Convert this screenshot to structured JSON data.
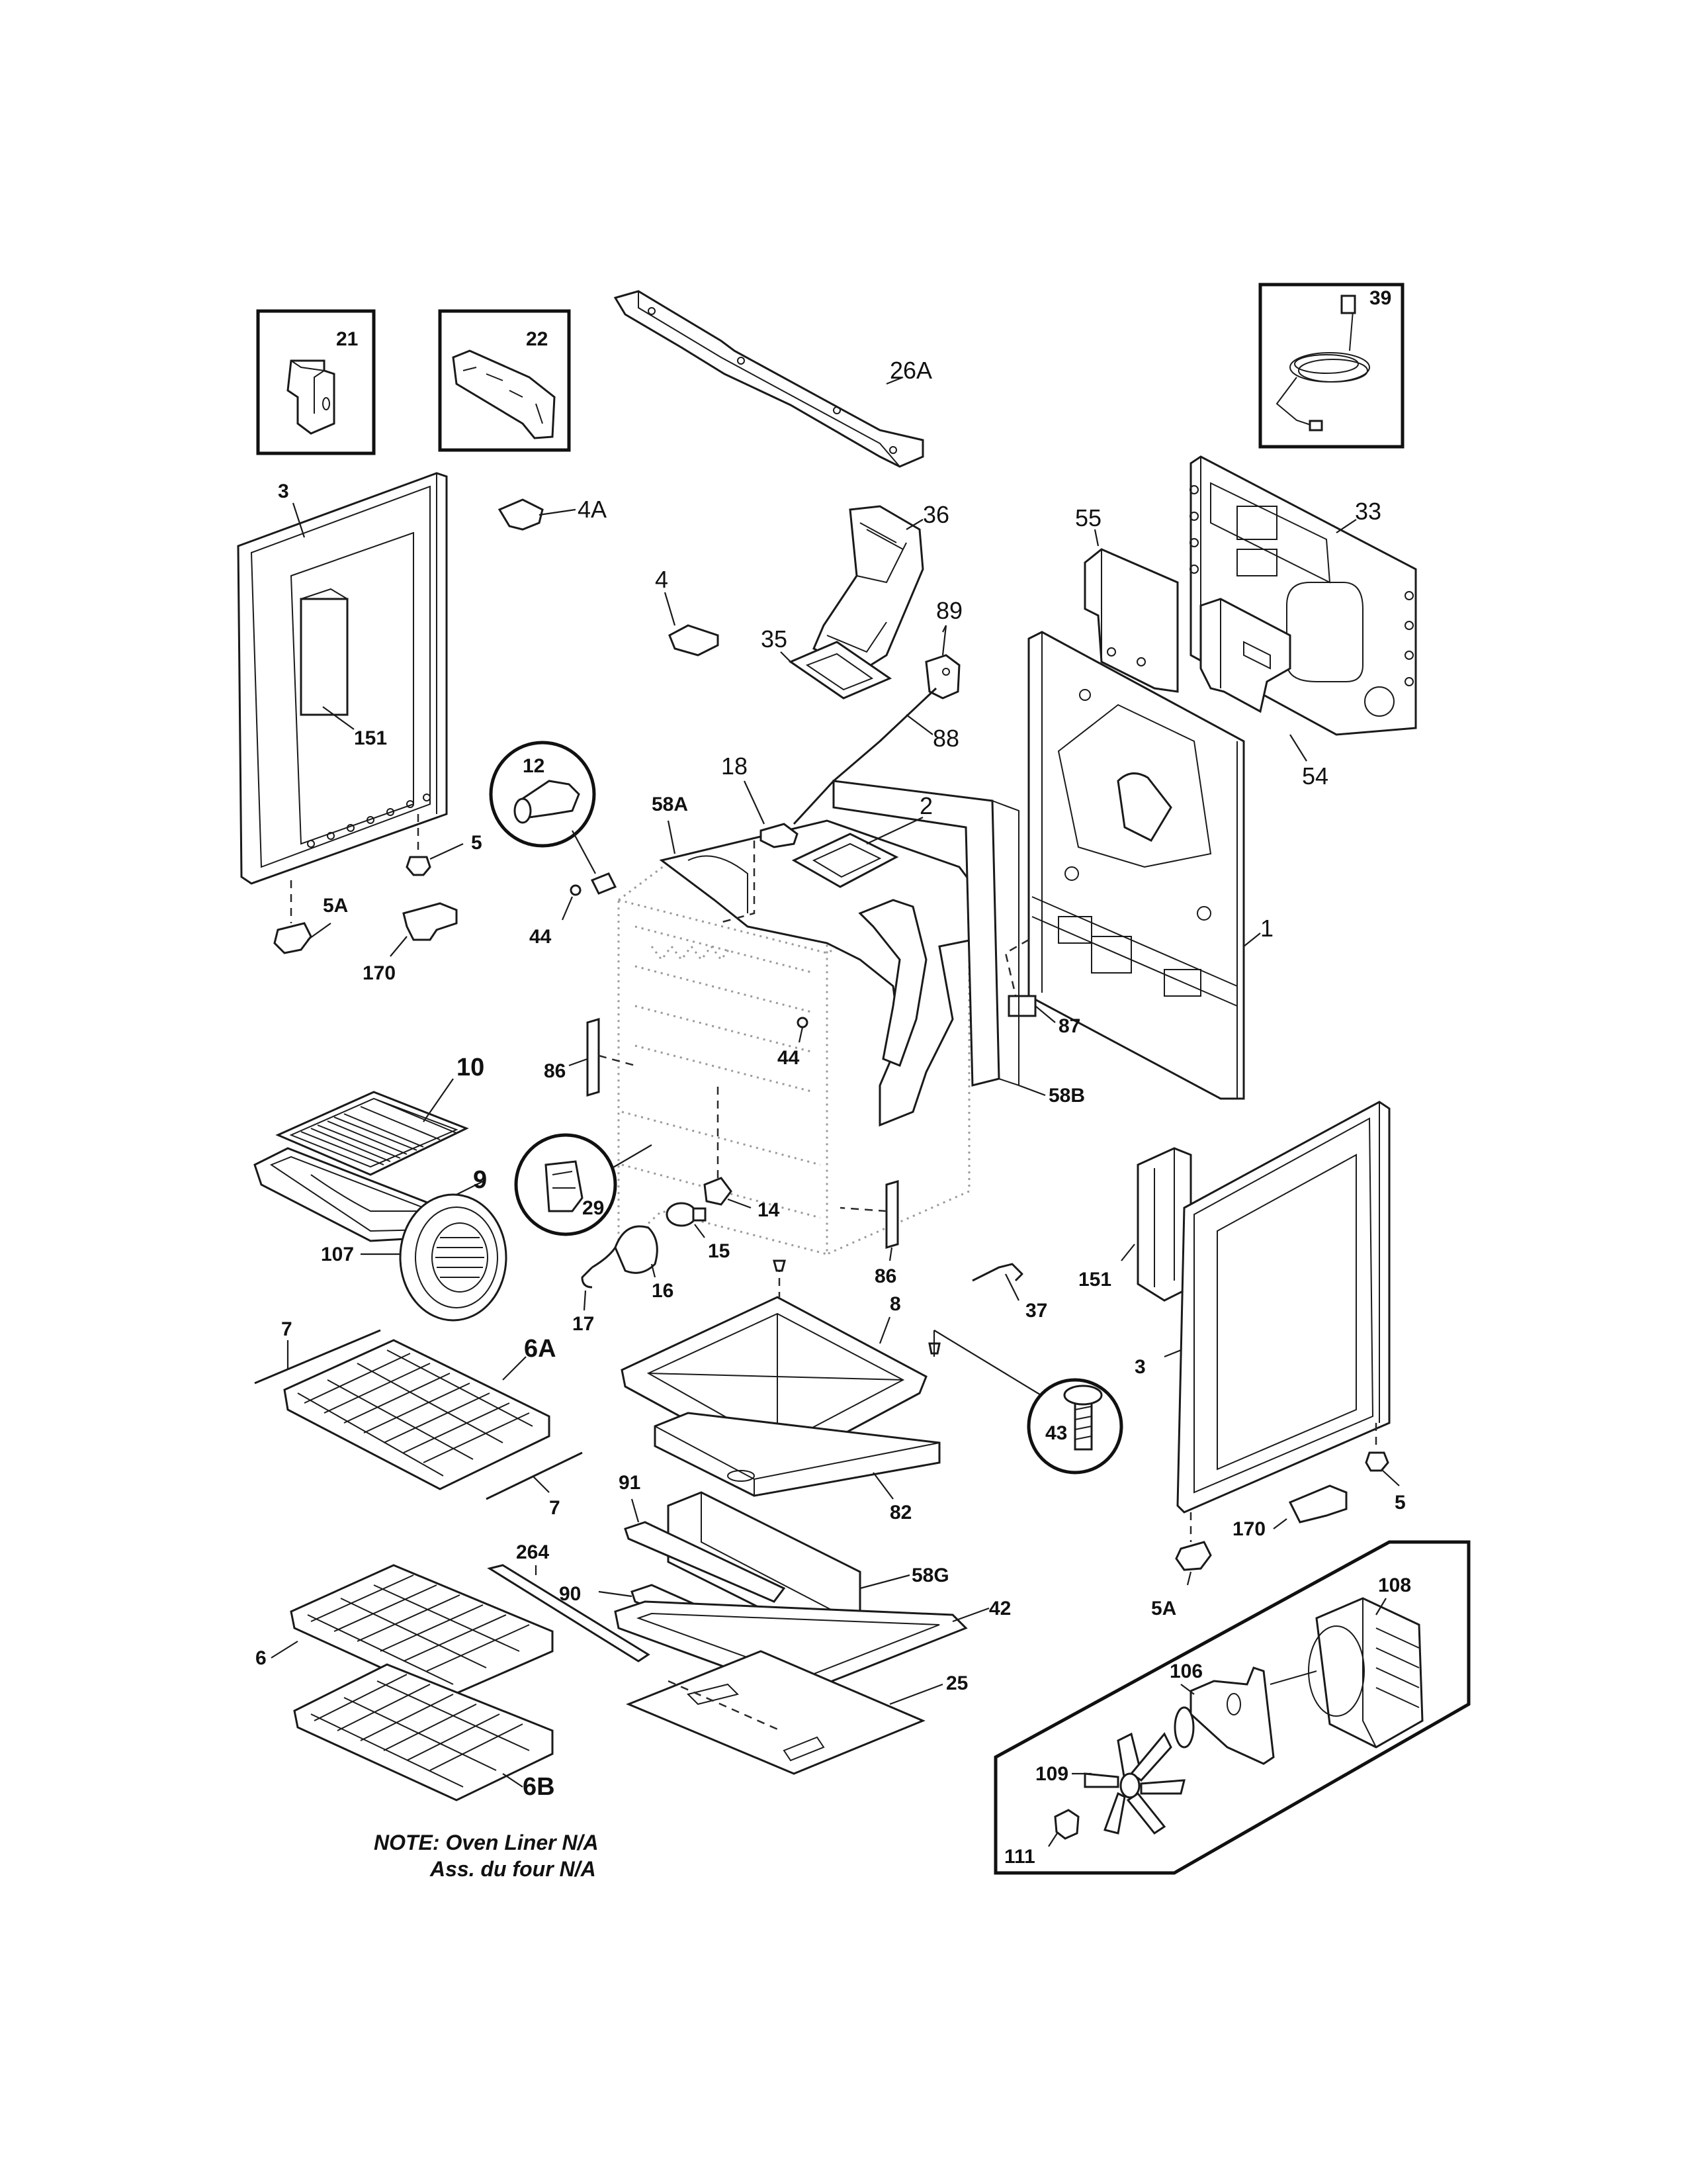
{
  "labels": {
    "p21": "21",
    "p22": "22",
    "p26A": "26A",
    "p39": "39",
    "p3_left": "3",
    "p4A": "4A",
    "p4": "4",
    "p36": "36",
    "p35": "35",
    "p89": "89",
    "p88": "88",
    "p55": "55",
    "p33": "33",
    "p54": "54",
    "p151_left": "151",
    "p5_left": "5",
    "p5A_left": "5A",
    "p170_left": "170",
    "p12": "12",
    "p44_left": "44",
    "p18": "18",
    "p58A": "58A",
    "p2": "2",
    "p1": "1",
    "p87": "87",
    "p58B": "58B",
    "p44_mid": "44",
    "p86_left": "86",
    "p10": "10",
    "p9": "9",
    "p29": "29",
    "p14": "14",
    "p15": "15",
    "p107": "107",
    "p16": "16",
    "p17": "17",
    "p86_right": "86",
    "p151_right": "151",
    "p37": "37",
    "p8": "8",
    "p43": "43",
    "p3_right": "3",
    "p7_top": "7",
    "p6A": "6A",
    "p7_bottom": "7",
    "p91": "91",
    "p82": "82",
    "p264": "264",
    "p90": "90",
    "p58G": "58G",
    "p42": "42",
    "p6": "6",
    "p25": "25",
    "p6B": "6B",
    "p5_right": "5",
    "p170_right": "170",
    "p5A_right": "5A",
    "p108": "108",
    "p106": "106",
    "p109": "109",
    "p111": "111"
  },
  "note": {
    "line1": "NOTE: Oven Liner N/A",
    "line2": "Ass. du four N/A"
  }
}
